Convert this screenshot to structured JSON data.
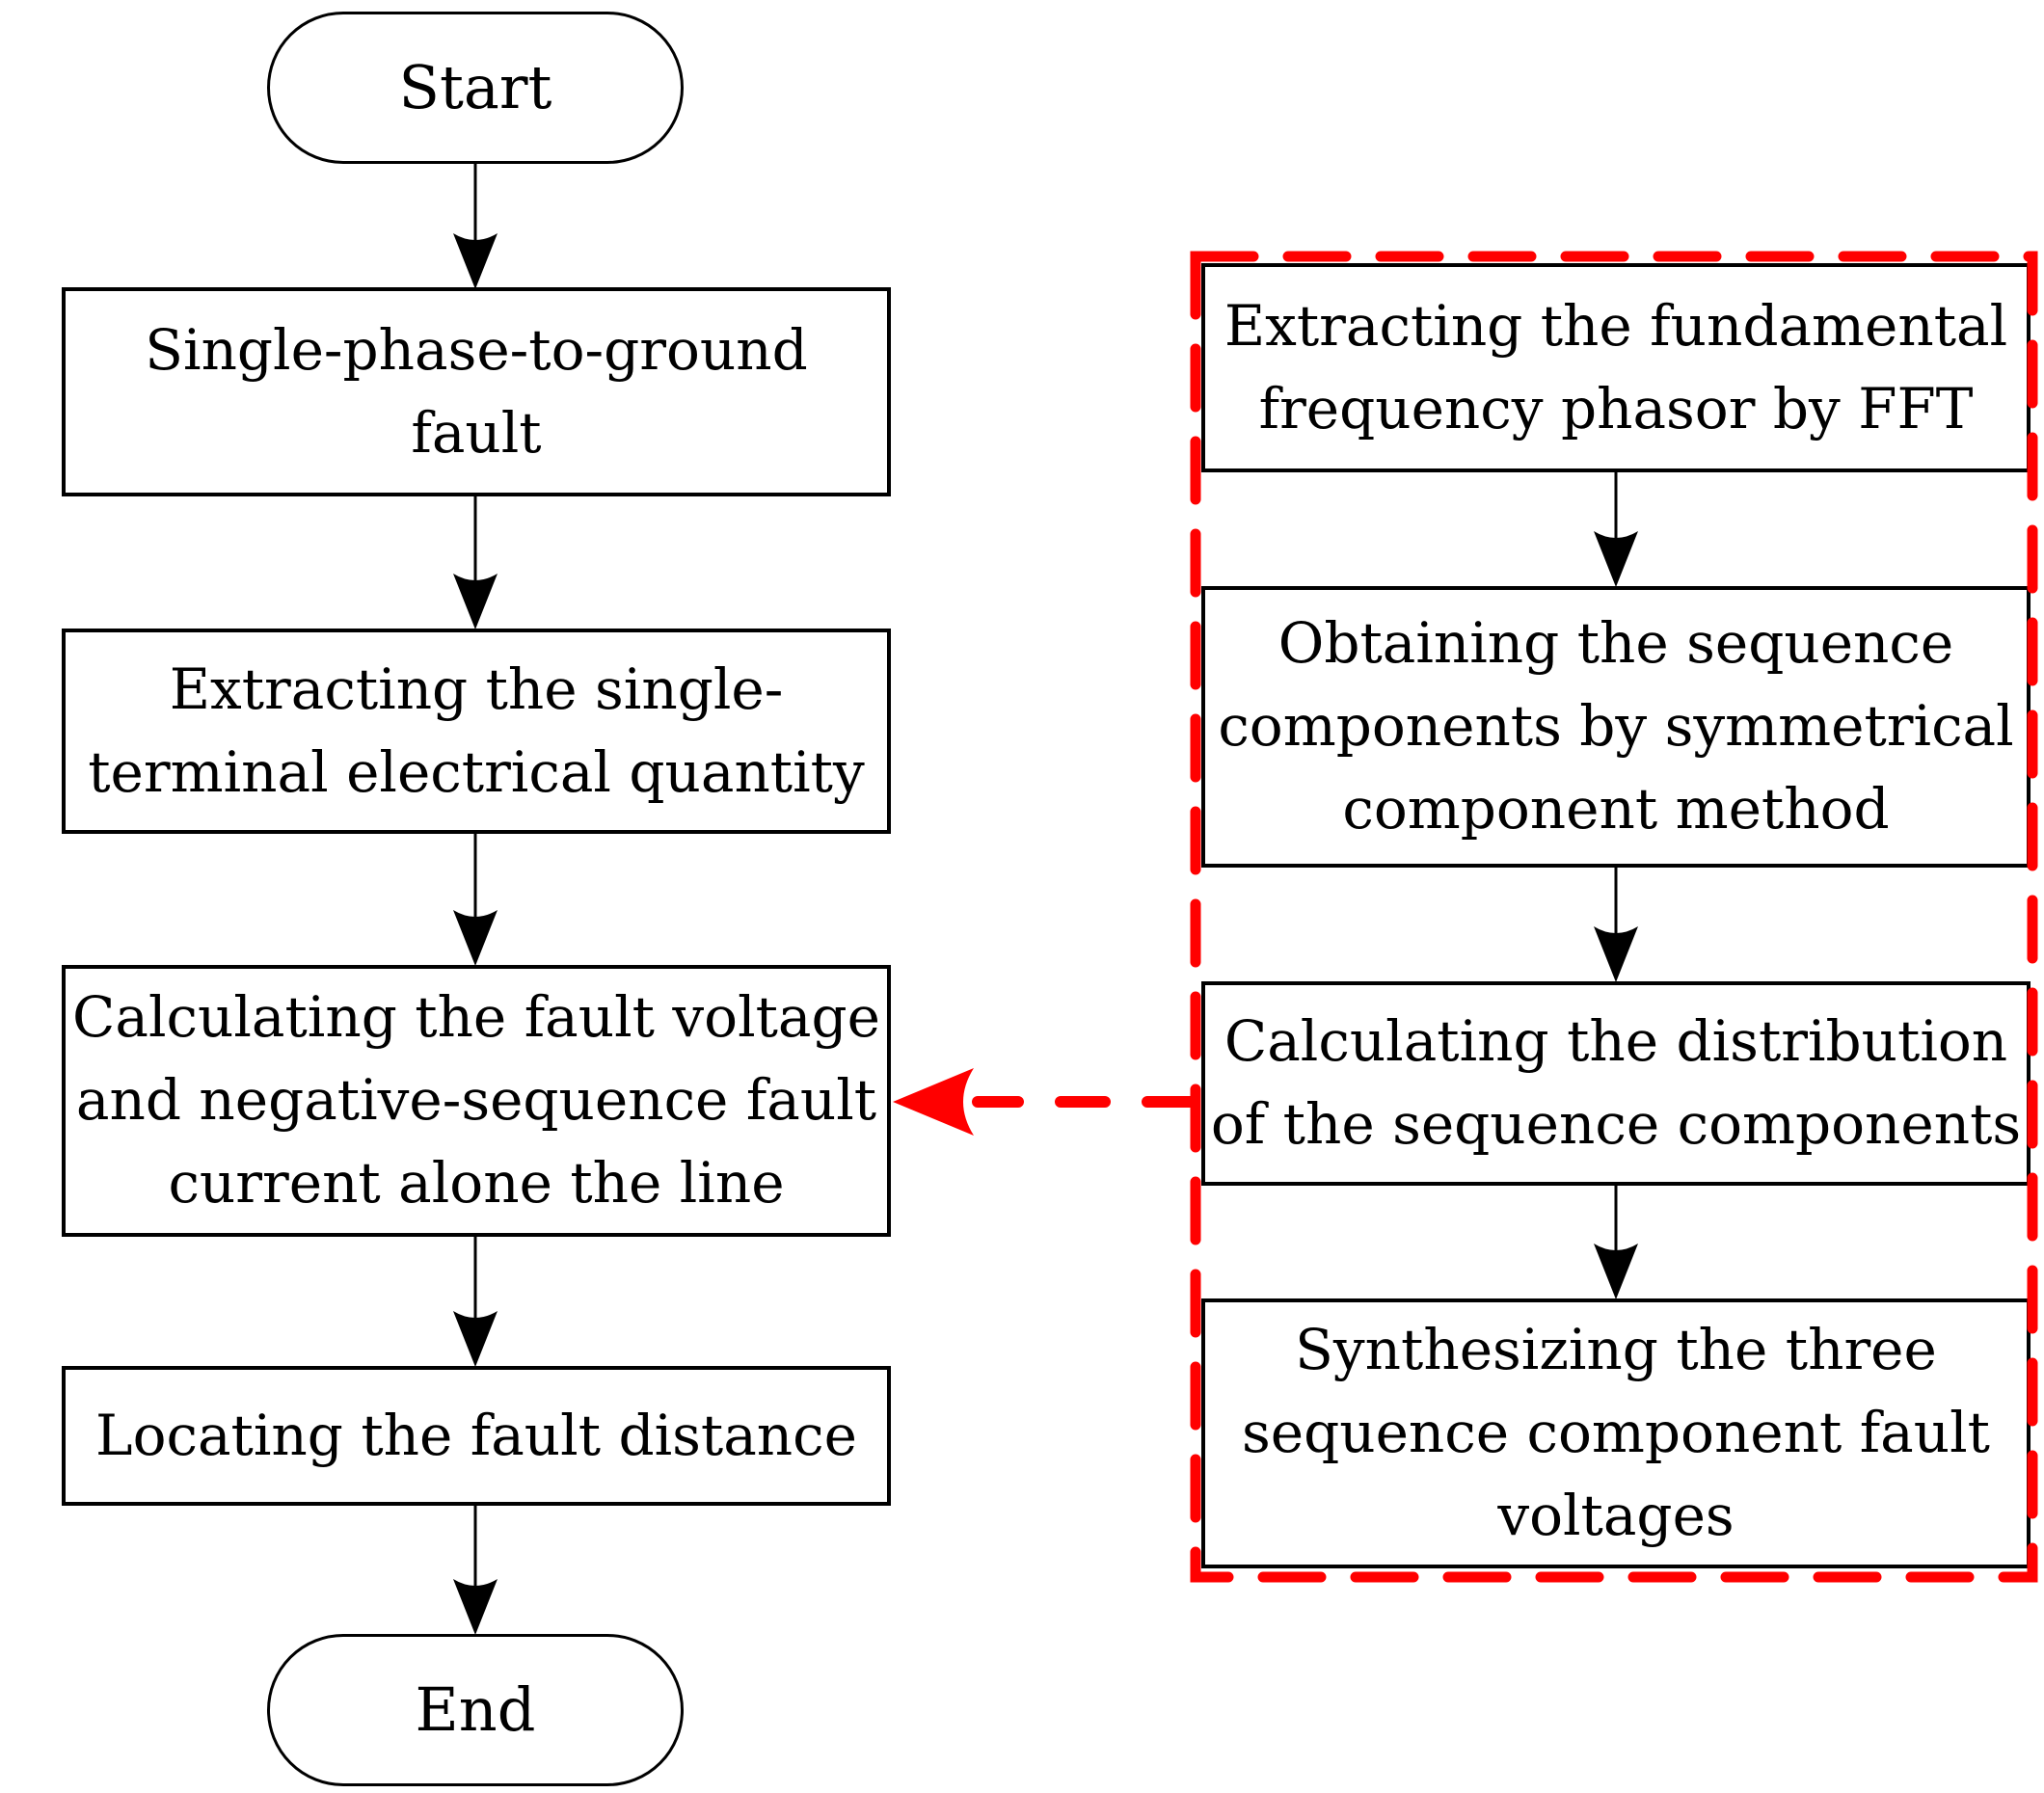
{
  "flowchart": {
    "start_label": "Start",
    "end_label": "End",
    "main_steps": [
      {
        "label": "Single-phase-to-ground\nfault"
      },
      {
        "label": "Extracting the single-\nterminal electrical quantity"
      },
      {
        "label": "Calculating the fault voltage\nand negative-sequence fault\ncurrent alone the line"
      },
      {
        "label": "Locating the fault distance"
      }
    ],
    "sub_steps": [
      {
        "label": "Extracting the fundamental\nfrequency phasor by FFT"
      },
      {
        "label": "Obtaining the sequence\ncomponents by symmetrical\ncomponent method"
      },
      {
        "label": "Calculating the distribution\nof the sequence components"
      },
      {
        "label": "Synthesizing the three\nsequence component fault\nvoltages"
      }
    ],
    "colors": {
      "highlight_red": "#ff0000",
      "line_black": "#000000"
    }
  }
}
